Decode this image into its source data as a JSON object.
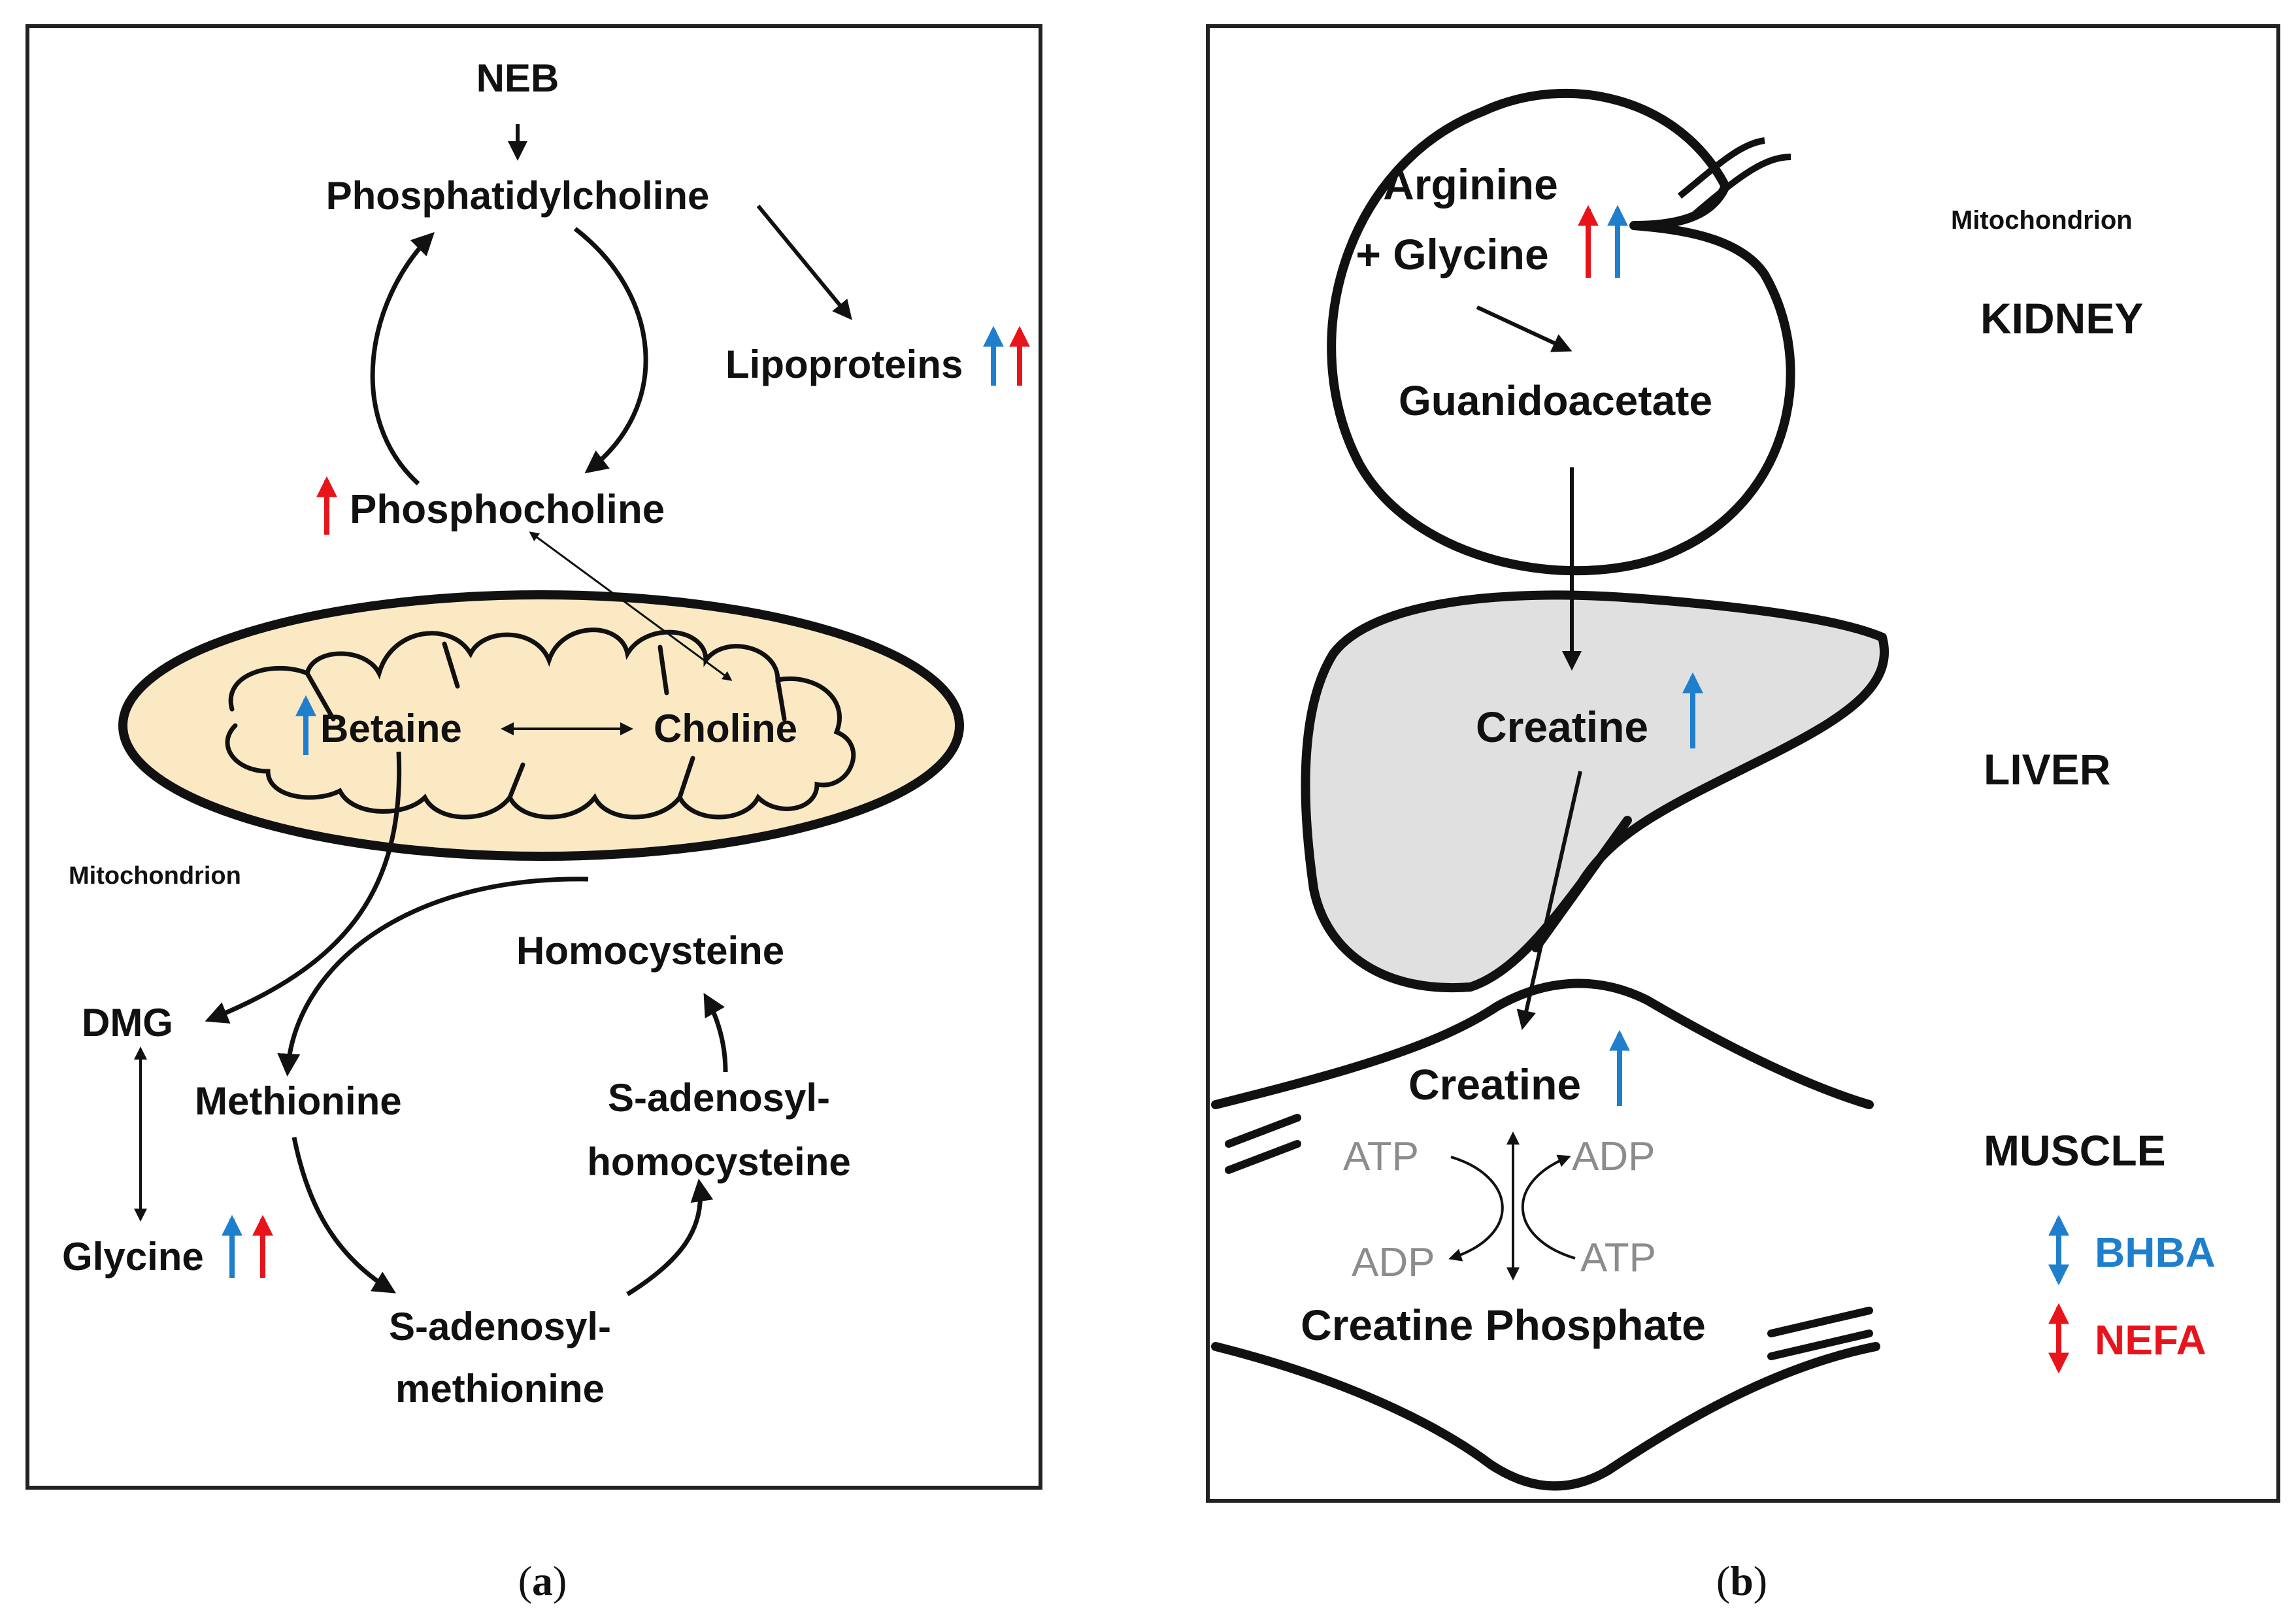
{
  "colors": {
    "up_blue": "#1f7fcc",
    "up_red": "#e8141c",
    "mito_fill": "#fbe9c4",
    "liver_fill": "#e0e0e0",
    "grey_text": "#8c8c8c"
  },
  "panel_a": {
    "caption_open": "(",
    "caption_letter": "a",
    "caption_close": ")",
    "mitochondrion_label": "Mitochondrion",
    "nodes": {
      "neb": "NEB",
      "phosphatidylcholine": "Phosphatidylcholine",
      "lipoproteins": "Lipoproteins",
      "phosphocholine": "Phosphocholine",
      "betaine": "Betaine",
      "choline": "Choline",
      "homocysteine": "Homocysteine",
      "dmg": "DMG",
      "methionine": "Methionine",
      "sah_line1": "S-adenosyl-",
      "sah_line2": "homocysteine",
      "glycine": "Glycine",
      "sam_line1": "S-adenosyl-",
      "sam_line2": "methionine"
    }
  },
  "panel_b": {
    "caption_open": "(",
    "caption_letter": "b",
    "caption_close": ")",
    "mitochondrion_label": "Mitochondrion",
    "organs": {
      "kidney": "KIDNEY",
      "liver": "LIVER",
      "muscle": "MUSCLE"
    },
    "nodes": {
      "arginine": "Arginine",
      "plus_glycine": "+ Glycine",
      "guanidoacetate": "Guanidoacetate",
      "creatine_liver": "Creatine",
      "creatine_muscle": "Creatine",
      "atp_left": "ATP",
      "adp_right": "ADP",
      "adp_left": "ADP",
      "atp_right": "ATP",
      "creatine_phosphate": "Creatine Phosphate"
    },
    "legend": {
      "bhba": "BHBA",
      "nefa": "NEFA"
    }
  }
}
